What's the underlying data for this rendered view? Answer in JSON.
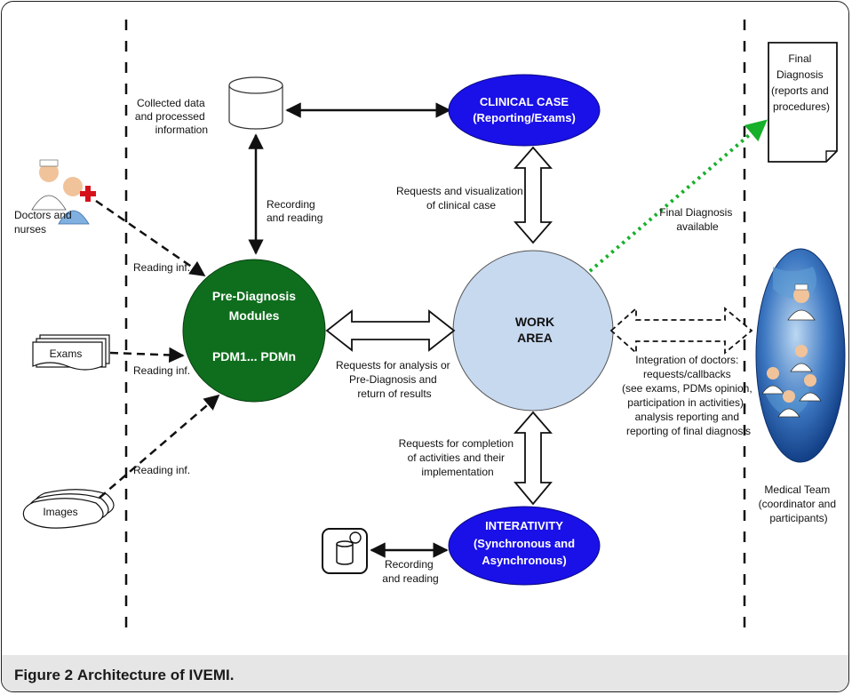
{
  "nodes": {
    "clinical_case": {
      "title": "CLINICAL CASE",
      "subtitle": "(Reporting/Exams)"
    },
    "work_area": {
      "line1": "WORK",
      "line2": "AREA"
    },
    "pre_diagnosis": {
      "line1": "Pre-Diagnosis",
      "line2": "Modules",
      "line3": "PDM1... PDMn"
    },
    "interativity": {
      "title": "INTERATIVITY",
      "line2": "(Synchronous and",
      "line3": "Asynchronous)"
    },
    "exams_doc": {
      "label": "Exams"
    },
    "images_doc": {
      "label": "Images"
    },
    "final_doc": {
      "lines": [
        "Final",
        "Diagnosis",
        "(reports and",
        "procedures)"
      ]
    }
  },
  "labels": {
    "collected": [
      "Collected data",
      "and processed",
      "information"
    ],
    "recording_top": [
      "Recording",
      "and reading"
    ],
    "doctors_nurses": [
      "Doctors and",
      "nurses"
    ],
    "reading_1": "Reading inf.",
    "reading_2": "Reading inf.",
    "reading_3": "Reading inf.",
    "requests_visual": [
      "Requests and visualization",
      "of clinical case"
    ],
    "requests_analysis": [
      "Requests for analysis or",
      "Pre-Diagnosis and",
      "return of results"
    ],
    "requests_completion": [
      "Requests for completion",
      "of activities  and their",
      "implementation"
    ],
    "recording_bottom": [
      "Recording",
      "and reading"
    ],
    "final_available": [
      "Final Diagnosis",
      "available"
    ],
    "integration": [
      "Integration of doctors:",
      "requests/callbacks",
      "(see exams,  PDMs opinion,",
      "participation  in activities),",
      "analysis reporting  and",
      "reporting of final diagnosis"
    ],
    "medical_team": [
      "Medical Team",
      "(coordinator and",
      "participants)"
    ]
  },
  "caption": {
    "label": "Figure 2",
    "text": "Architecture of IVEMI."
  },
  "colors": {
    "blue": "#1a10e8",
    "green": "#0f6e1d",
    "light_blue": "#c7d9ef",
    "dotted_green": "#16b02a"
  }
}
